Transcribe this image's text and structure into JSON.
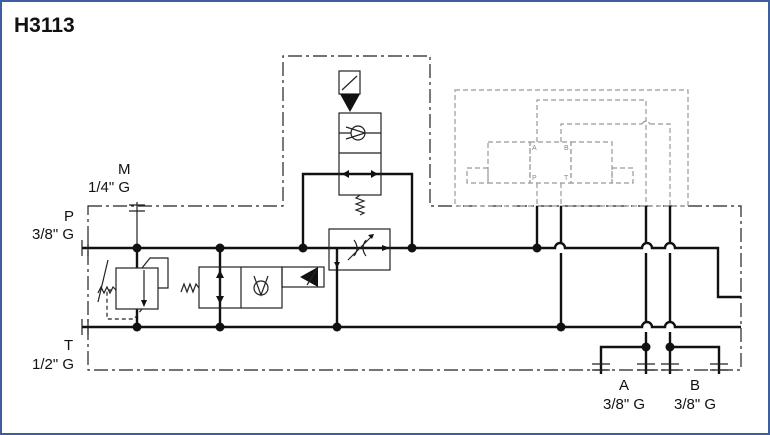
{
  "title": "H3113",
  "ports": {
    "M": {
      "name": "M",
      "size": "1/4\" G"
    },
    "P": {
      "name": "P",
      "size": "3/8\" G"
    },
    "T": {
      "name": "T",
      "size": "1/2\" G"
    },
    "A": {
      "name": "A",
      "size": "3/8\" G"
    },
    "B": {
      "name": "B",
      "size": "3/8\" G"
    }
  },
  "directional_valve_ports": {
    "a": "A",
    "b": "B",
    "p": "P",
    "t": "T"
  },
  "colors": {
    "frame": "#3d5f9e",
    "lines": "#111111",
    "pilot_dashed": "#999999"
  }
}
